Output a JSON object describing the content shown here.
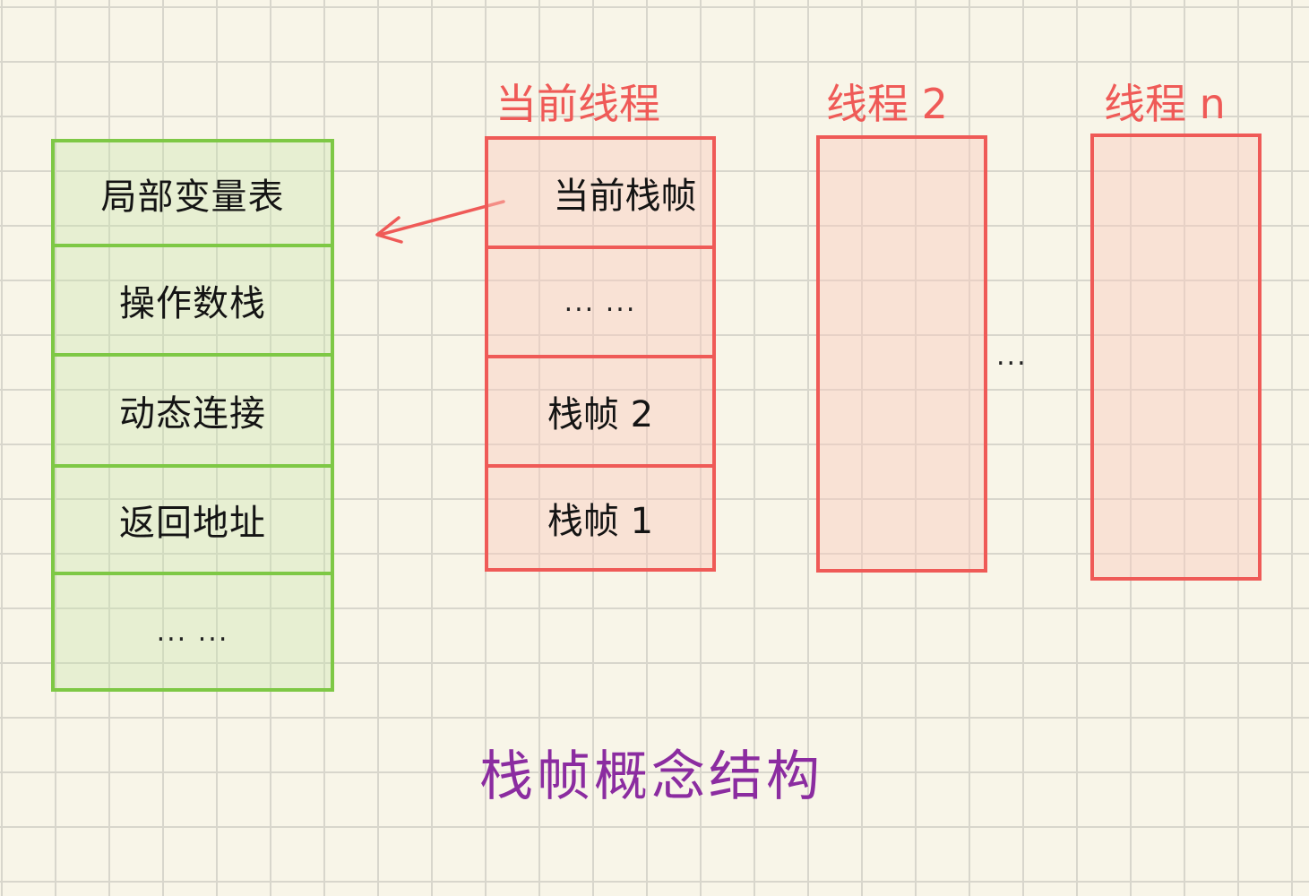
{
  "frame_structure": {
    "items": [
      "局部变量表",
      "操作数栈",
      "动态连接",
      "返回地址",
      "...  ..."
    ]
  },
  "threads": [
    {
      "title": "当前线程",
      "frames": [
        "当前栈帧",
        "...  ...",
        "栈帧 2",
        "栈帧 1"
      ]
    },
    {
      "title": "线程 2"
    },
    {
      "title": "线程 n"
    }
  ],
  "between_threads": "...",
  "caption": "栈帧概念结构",
  "colors": {
    "frame_border": "#7ec845",
    "thread_border": "#ef5a57",
    "caption": "#8b2ca0",
    "arrow": "#ef5a57"
  }
}
